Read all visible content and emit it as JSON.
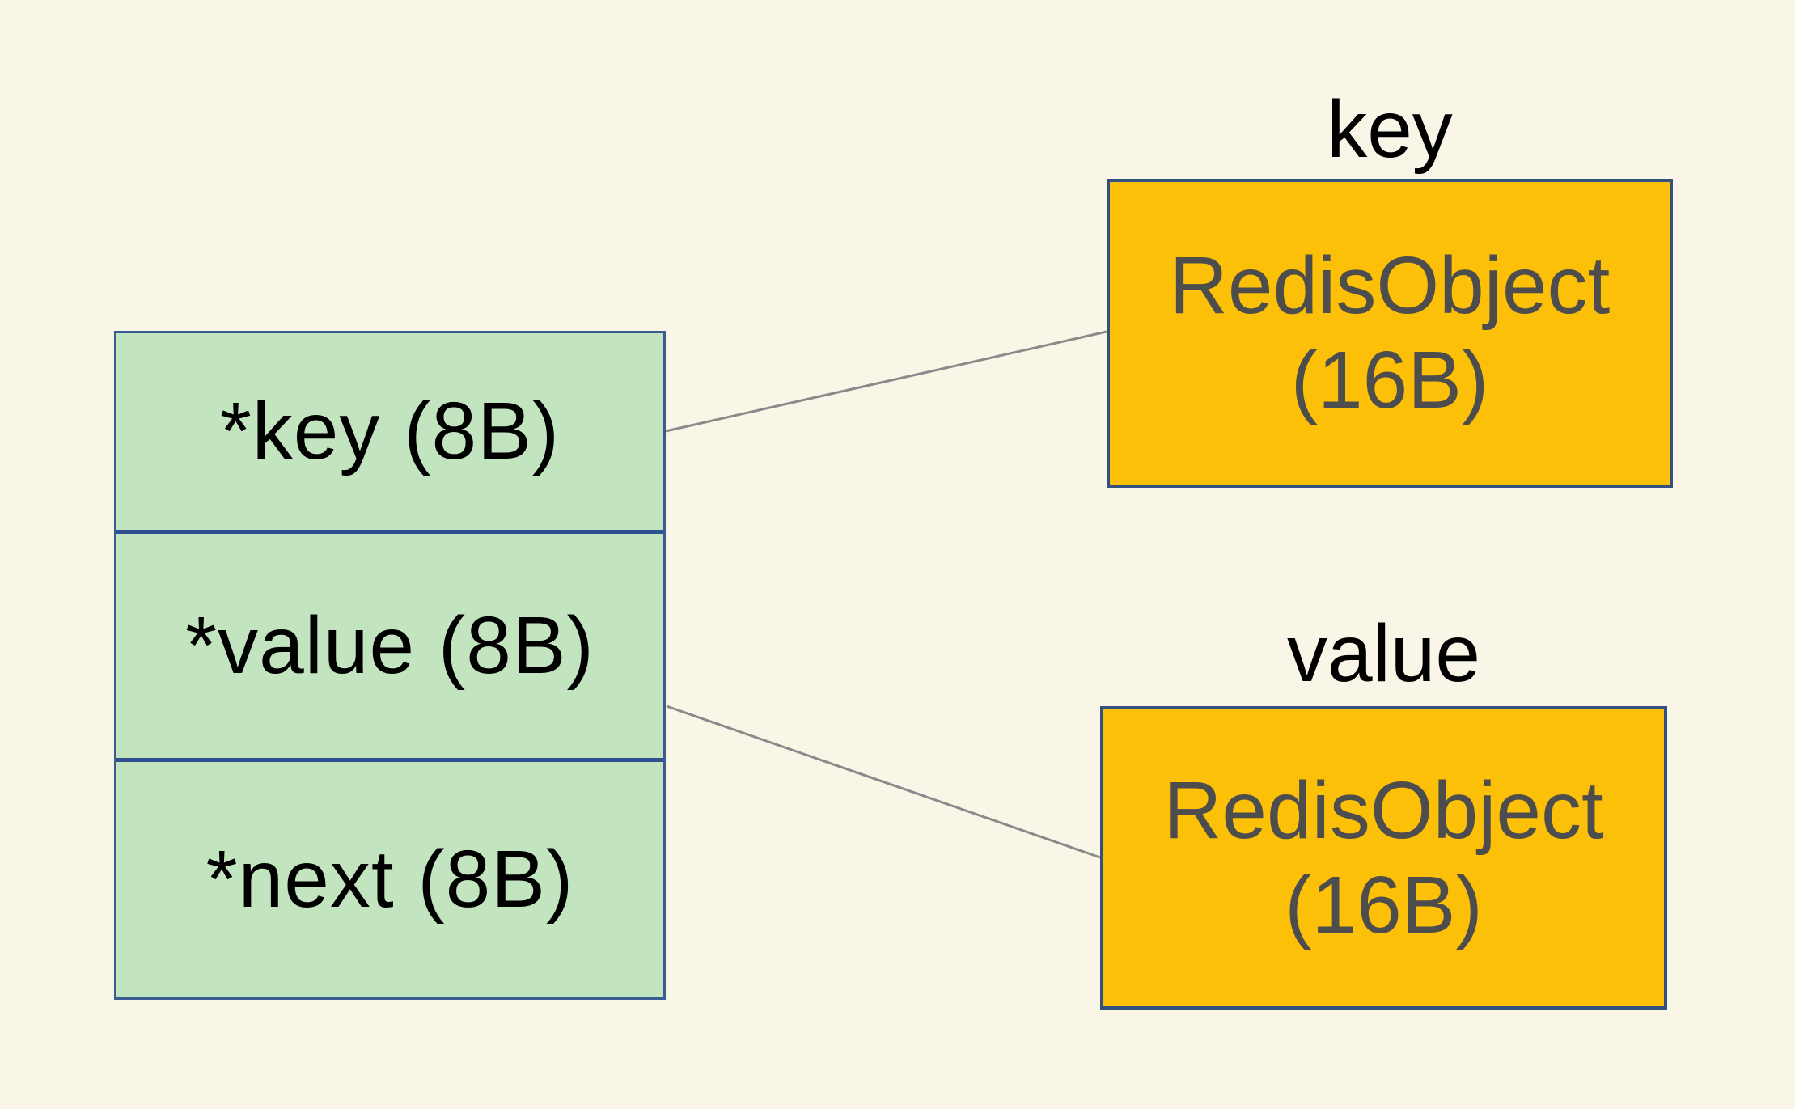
{
  "diagram": {
    "struct": {
      "cells": [
        {
          "label": "*key (8B)"
        },
        {
          "label": "*value (8B)"
        },
        {
          "label": "*next (8B)"
        }
      ]
    },
    "objects": [
      {
        "title": "key",
        "lines": [
          "RedisObject",
          "(16B)"
        ]
      },
      {
        "title": "value",
        "lines": [
          "RedisObject",
          "(16B)"
        ]
      }
    ],
    "colors": {
      "background": "#F9F6E7",
      "struct_fill": "#C2E5BF",
      "struct_border": "#3A5C94",
      "divider": "#2E5191",
      "object_fill": "#FDC008",
      "object_border": "#32517E",
      "object_text": "#4D4D4D",
      "connector": "#8A8A8A",
      "text": "#000000"
    }
  }
}
